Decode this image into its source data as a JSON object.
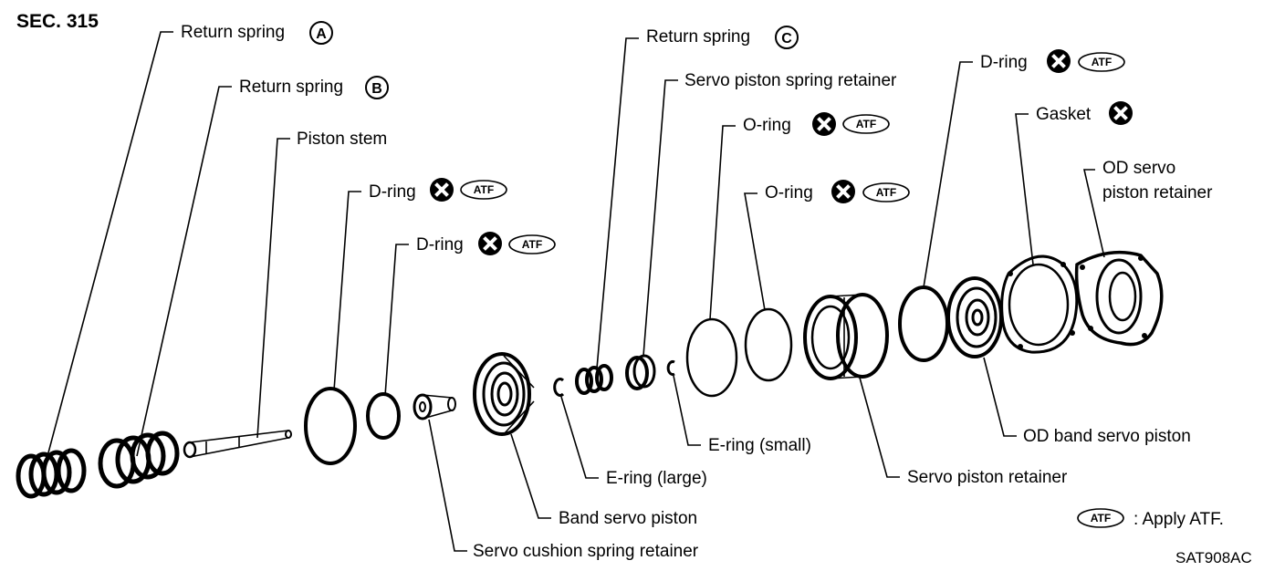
{
  "section": "SEC. 315",
  "code": "SAT908AC",
  "legend": {
    "symbol": "ATF",
    "text": ": Apply ATF."
  },
  "labels": {
    "return_spring_a": {
      "text": "Return spring",
      "letter": "A"
    },
    "return_spring_b": {
      "text": "Return spring",
      "letter": "B"
    },
    "piston_stem": {
      "text": "Piston stem"
    },
    "d_ring_1": {
      "text": "D-ring",
      "atf": "ATF"
    },
    "d_ring_2": {
      "text": "D-ring",
      "atf": "ATF"
    },
    "servo_cushion_spring_retainer": {
      "text": "Servo cushion spring retainer"
    },
    "band_servo_piston": {
      "text": "Band servo piston"
    },
    "e_ring_large": {
      "text": "E-ring (large)"
    },
    "return_spring_c": {
      "text": "Return spring",
      "letter": "C"
    },
    "servo_piston_spring_retainer": {
      "text": "Servo piston spring retainer"
    },
    "e_ring_small": {
      "text": "E-ring (small)"
    },
    "o_ring_1": {
      "text": "O-ring",
      "atf": "ATF"
    },
    "o_ring_2": {
      "text": "O-ring",
      "atf": "ATF"
    },
    "servo_piston_retainer": {
      "text": "Servo piston retainer"
    },
    "d_ring_3": {
      "text": "D-ring",
      "atf": "ATF"
    },
    "gasket": {
      "text": "Gasket"
    },
    "od_servo_piston_retainer": {
      "line1": "OD servo",
      "line2": "piston retainer"
    },
    "od_band_servo_piston": {
      "text": "OD band servo piston"
    }
  }
}
